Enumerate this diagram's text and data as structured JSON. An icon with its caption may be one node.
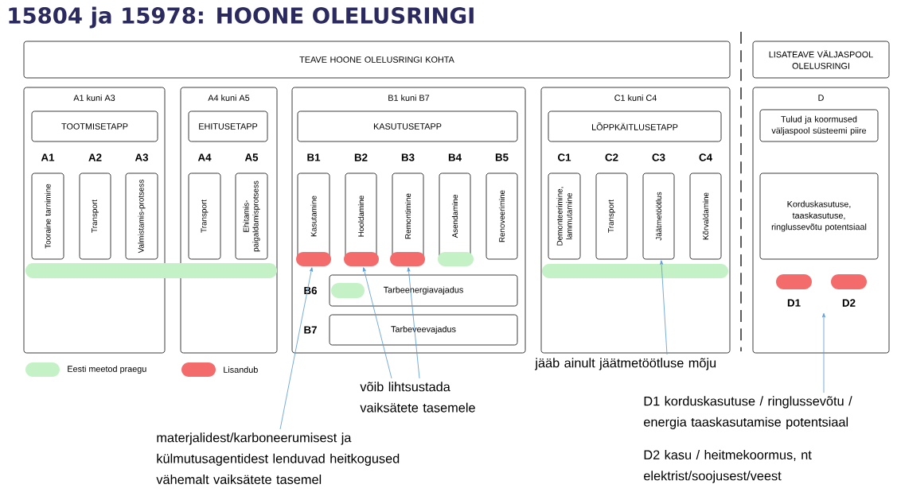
{
  "diagram": {
    "title": "15804 ja 15978: HOONE OLELUSRINGI",
    "nodes": [
      {
        "text": [
          "TEAVE HOONE OLELUSRINGI KOHTA"
        ]
      },
      {
        "text": [
          "LISATEAVE VÄLJASPOOL OLELUSRINGI"
        ]
      },
      {
        "text": [
          "A1 kuni A3"
        ]
      },
      {
        "text": [
          "TOOTMISETAPP"
        ],
        "in": 2
      },
      {
        "text": [
          "Tooraine tarnimine"
        ],
        "beside": [
          "A1"
        ],
        "in": 2
      },
      {
        "text": [
          "Transport"
        ],
        "beside": [
          "A2"
        ],
        "in": 2
      },
      {
        "text": [
          "Valmistamis-protsess"
        ],
        "beside": [
          "A3"
        ],
        "in": 2
      },
      {
        "text": [
          "A4 kuni A5"
        ]
      },
      {
        "text": [
          "EHITUSETAPP"
        ],
        "in": 7
      },
      {
        "text": [
          "Transport"
        ],
        "beside": [
          "A4"
        ],
        "in": 7
      },
      {
        "text": [
          "Ehitamis-paigaldamisprotsess"
        ],
        "beside": [
          "A5"
        ],
        "in": 7
      },
      {
        "text": [],
        "shape": "bar"
      },
      {
        "text": [
          "B1 kuni B7"
        ]
      },
      {
        "text": [
          "KASUTUSETAPP"
        ],
        "in": 12
      },
      {
        "text": [
          "Kasutamine"
        ],
        "beside": [
          "B1"
        ],
        "in": 12
      },
      {
        "text": [
          "Hooldamine"
        ],
        "beside": [
          "B2"
        ],
        "in": 12
      },
      {
        "text": [
          "Remontimine"
        ],
        "beside": [
          "B3"
        ],
        "in": 12
      },
      {
        "text": [
          "Asendamine"
        ],
        "beside": [
          "B4"
        ],
        "in": 12
      },
      {
        "text": [
          "Renoveerimine"
        ],
        "beside": [
          "B5"
        ],
        "in": 12
      },
      {
        "text": [],
        "shape": "bar",
        "in": 12
      },
      {
        "text": [],
        "shape": "bar",
        "in": 12
      },
      {
        "text": [],
        "shape": "bar",
        "in": 12
      },
      {
        "text": [],
        "shape": "bar",
        "in": 12
      },
      {
        "text": [
          "Tarbeenergiavajadus"
        ],
        "beside": [
          "B6"
        ],
        "in": 12
      },
      {
        "text": [],
        "shape": "bar",
        "in": 23
      },
      {
        "text": [
          "Tarbeveevajadus"
        ],
        "beside": [
          "B7"
        ],
        "in": 12
      },
      {
        "text": [
          "C1 kuni C4"
        ]
      },
      {
        "text": [
          "LÕPPKÄITLUSETAPP"
        ],
        "in": 26
      },
      {
        "text": [
          "Demonteerimine, lammutamine"
        ],
        "beside": [
          "C1"
        ],
        "in": 26
      },
      {
        "text": [
          "Transport"
        ],
        "beside": [
          "C2"
        ],
        "in": 26
      },
      {
        "text": [
          "Jäätmetöötlus"
        ],
        "beside": [
          "C3"
        ],
        "in": 26
      },
      {
        "text": [
          "Kõrvaldamine"
        ],
        "beside": [
          "C4"
        ],
        "in": 26
      },
      {
        "text": [],
        "shape": "bar",
        "in": 26
      },
      {
        "text": [
          "D"
        ]
      },
      {
        "text": [
          "Tulud ja koormused väljaspool süsteemi piire"
        ],
        "in": 33
      },
      {
        "text": [
          "Korduskasutuse, taaskasutuse, ringlussevõtu potentsiaal"
        ],
        "in": 33
      },
      {
        "text": [],
        "shape": "bar",
        "beside": [
          "D1"
        ],
        "in": 33
      },
      {
        "text": [],
        "shape": "bar",
        "beside": [
          "D2"
        ],
        "in": 33
      },
      {
        "text": [
          "jääb ainult jäätmetöötluse mõju"
        ]
      },
      {
        "text": [
          "võib lihtsustada vaiksätete tasemele"
        ]
      },
      {
        "text": [
          "materjalidest/karboneerumisest ja külmutusagentidest lenduvad heitkogused vähemalt vaiksätete tasemel"
        ]
      },
      {
        "text": [
          "D1 korduskasutuse / ringlussevõtu / energia taaskasutamise potentsiaal",
          "D2 kasu / heitmekoormus, nt elektrist/soojusest/veest"
        ]
      }
    ],
    "edges": [
      {
        "from": 38,
        "to": 30,
        "arrow": "to"
      },
      {
        "from": 39,
        "to": 20,
        "arrow": "to"
      },
      {
        "from": 39,
        "to": 21,
        "arrow": "to"
      },
      {
        "from": 40,
        "to": 19,
        "arrow": "to"
      },
      {
        "from": 41,
        "to": null,
        "arrow": "to"
      }
    ],
    "legend": [
      {
        "text": "Eesti meetod praegu",
        "color": "#c4f2c6"
      },
      {
        "text": "Lisandub",
        "color": "#f46b6b"
      }
    ]
  }
}
